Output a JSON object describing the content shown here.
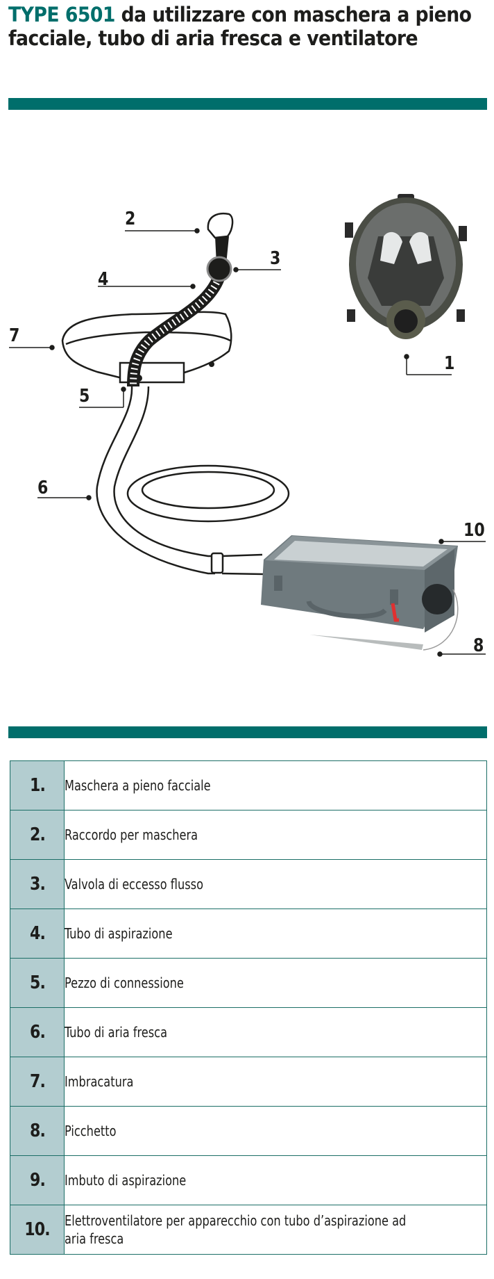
{
  "header": {
    "type_label": "TYPE 6501",
    "title_rest": " da utilizzare con maschera a pieno facciale, tubo di aria fresca e ventilatore"
  },
  "colors": {
    "accent": "#006e6b",
    "number_cell": "#b3cdd0",
    "table_border": "#1b6e66",
    "text": "#1d1d1b"
  },
  "diagram": {
    "callouts": [
      {
        "id": "1",
        "label": "1"
      },
      {
        "id": "2",
        "label": "2"
      },
      {
        "id": "3",
        "label": "3"
      },
      {
        "id": "4",
        "label": "4"
      },
      {
        "id": "5",
        "label": "5"
      },
      {
        "id": "6",
        "label": "6"
      },
      {
        "id": "7",
        "label": "7"
      },
      {
        "id": "8",
        "label": "8"
      },
      {
        "id": "10",
        "label": "10"
      }
    ]
  },
  "legend": {
    "rows": [
      {
        "num": "1.",
        "text": "Maschera a pieno facciale"
      },
      {
        "num": "2.",
        "text": "Raccordo per maschera"
      },
      {
        "num": "3.",
        "text": "Valvola di eccesso flusso"
      },
      {
        "num": "4.",
        "text": "Tubo di aspirazione"
      },
      {
        "num": "5.",
        "text": "Pezzo di connessione"
      },
      {
        "num": "6.",
        "text": "Tubo di aria fresca"
      },
      {
        "num": "7.",
        "text": "Imbracatura"
      },
      {
        "num": "8.",
        "text": "Picchetto"
      },
      {
        "num": "9.",
        "text": "Imbuto di aspirazione"
      },
      {
        "num": "10.",
        "text": "Elettroventilatore per apparecchio con tubo d’aspirazione ad aria fresca"
      }
    ]
  }
}
